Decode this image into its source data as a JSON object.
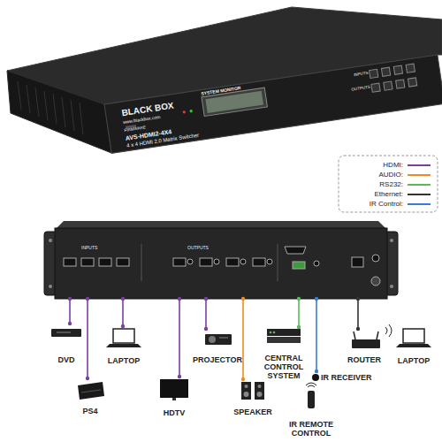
{
  "diagram": {
    "nodes": [
      {
        "text": [
          "INPUTS",
          "OUTPUTS"
        ]
      },
      {
        "text": [
          "DVD"
        ]
      },
      {
        "text": [
          "PS4"
        ]
      },
      {
        "text": [
          "LAPTOP"
        ]
      },
      {
        "text": [
          "HDTV"
        ]
      },
      {
        "text": [
          "PROJECTOR"
        ]
      },
      {
        "text": [
          "SPEAKER"
        ]
      },
      {
        "text": [
          "CENTRAL CONTROL SYSTEM"
        ]
      },
      {
        "text": [
          "IR RECEIVER"
        ]
      },
      {
        "text": [
          "IR REMOTE CONTROL"
        ]
      },
      {
        "text": [
          "ROUTER"
        ]
      },
      {
        "text": [
          "LAPTOP"
        ]
      }
    ],
    "edges": [
      {
        "from": 0,
        "to": 1,
        "arrow": "none"
      },
      {
        "from": 0,
        "to": 2,
        "arrow": "none"
      },
      {
        "from": 0,
        "to": 3,
        "arrow": "none"
      },
      {
        "from": 0,
        "to": 4,
        "arrow": "none"
      },
      {
        "from": 0,
        "to": 5,
        "arrow": "none"
      },
      {
        "from": 0,
        "to": 6,
        "arrow": "none"
      },
      {
        "from": 0,
        "to": 7,
        "arrow": "none"
      },
      {
        "from": 0,
        "to": 8,
        "arrow": "none"
      },
      {
        "from": 0,
        "to": 10,
        "arrow": "none"
      }
    ],
    "labels": [
      "BLACK BOX",
      "www.blackbox.com",
      "SYSTEM MONITOR",
      "FIRMWARE",
      "AVS-HDMI2-4X4",
      "4 x 4 HDMI 2.0 Matrix Switcher",
      "INPUTS",
      "OUTPUTS"
    ],
    "legend": [
      {
        "text": "HDMI:",
        "color": "#7b3fa0"
      },
      {
        "text": "AUDIO:",
        "color": "#f08a24"
      },
      {
        "text": "RS232:",
        "color": "#5cb85c"
      },
      {
        "text": "Ethernet:",
        "color": "#333333"
      },
      {
        "text": "IR Control:",
        "color": "#3a7bd5"
      }
    ]
  }
}
